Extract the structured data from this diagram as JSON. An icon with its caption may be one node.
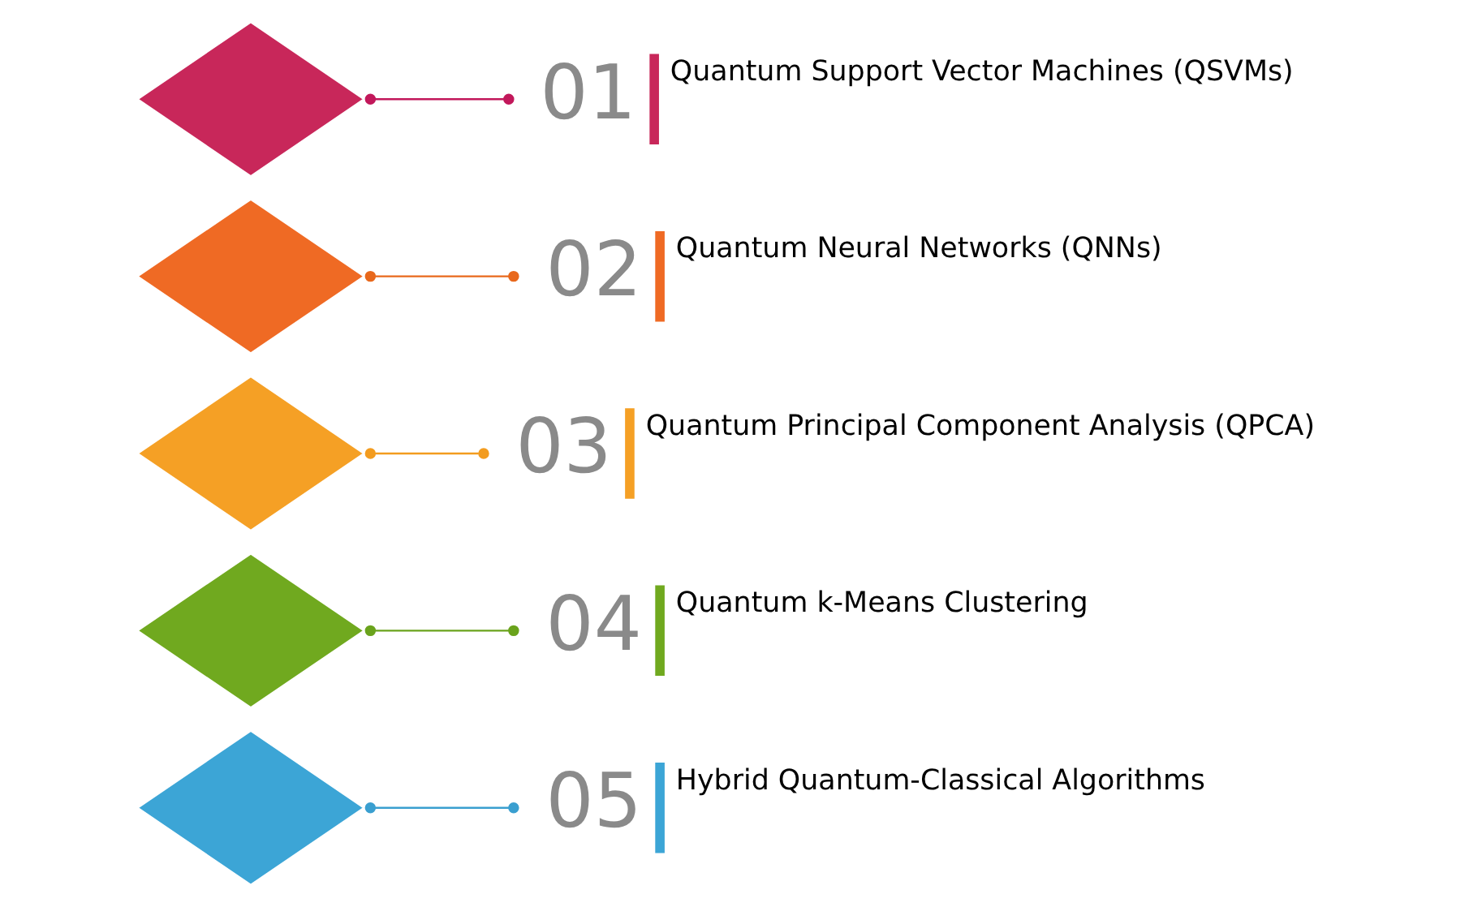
{
  "diagram": {
    "nodes": [
      {
        "text": [],
        "shape": "diamond"
      },
      {
        "text": [
          "01",
          "Quantum Support Vector Machines (QSVMs)"
        ]
      },
      {
        "text": [],
        "shape": "diamond"
      },
      {
        "text": [
          "02",
          "Quantum Neural Networks (QNNs)"
        ]
      },
      {
        "text": [],
        "shape": "diamond"
      },
      {
        "text": [
          "03",
          "Quantum Principal Component Analysis (QPCA)"
        ]
      },
      {
        "text": [],
        "shape": "diamond"
      },
      {
        "text": [
          "04",
          "Quantum k-Means Clustering"
        ]
      },
      {
        "text": [],
        "shape": "diamond"
      },
      {
        "text": [
          "05",
          "Hybrid Quantum-Classical Algorithms"
        ]
      }
    ],
    "edges": [
      {
        "from": 0,
        "to": 1,
        "arrow": "other",
        "color": "#c2185b"
      },
      {
        "from": 2,
        "to": 3,
        "arrow": "other",
        "color": "#e8681c"
      },
      {
        "from": 4,
        "to": 5,
        "arrow": "other",
        "color": "#f39c1f"
      },
      {
        "from": 6,
        "to": 7,
        "arrow": "other",
        "color": "#6aa31c"
      },
      {
        "from": 8,
        "to": 9,
        "arrow": "other",
        "color": "#3a9fd0"
      }
    ]
  }
}
